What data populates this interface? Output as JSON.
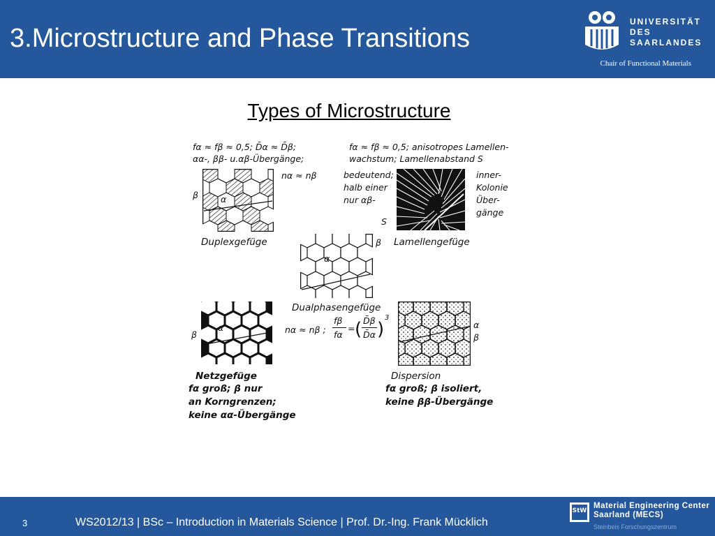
{
  "header": {
    "title": "3.Microstructure and Phase Transitions",
    "university_lines": [
      "UNIVERSITÄT",
      "DES",
      "SAARLANDES"
    ],
    "chair": "Chair of Functional Materials"
  },
  "content": {
    "subtitle": "Types of Microstructure",
    "figure": {
      "duplex": {
        "cond1": "fα ≈ fβ ≈ 0,5; D̄α ≈ D̄β;",
        "cond2": "αα-, ββ- u.αβ-Übergänge;",
        "ratio": "nα ≈ nβ",
        "label_beta": "β",
        "label_alpha": "α",
        "name": "Duplexgefüge"
      },
      "lamellar": {
        "cond1": "fα ≈ fβ ≈ 0,5; anisotropes Lamellen-",
        "cond2": "wachstum; Lamellenabstand S",
        "left_notes": [
          "bedeutend;",
          "halb einer",
          "nur αβ-"
        ],
        "right_notes": [
          "inner-",
          "Kolonie",
          "Über-",
          "gänge"
        ],
        "label_s": "S",
        "name": "Lamellengefüge"
      },
      "dualphase": {
        "label_alpha": "α",
        "label_beta": "β",
        "name": "Dualphasengefüge",
        "ratio": "nα ≈ nβ ;",
        "formula_left_num": "fβ",
        "formula_left_den": "fα",
        "formula_right_num": "D̄β",
        "formula_right_den": "D̄α",
        "formula_exp": "3"
      },
      "network": {
        "label_alpha": "α",
        "label_beta": "β",
        "name": "Netzgefüge",
        "lines": [
          "fα groß; β nur",
          "an Korngrenzen;",
          "keine αα-Übergänge"
        ]
      },
      "dispersion": {
        "label_alpha": "α",
        "label_beta": "β",
        "name": "Dispersion",
        "lines": [
          "fα groß; β isoliert,",
          "keine ββ-Übergänge"
        ]
      }
    }
  },
  "footer": {
    "page": "3",
    "text": "WS2012/13 | BSc – Introduction in Materials Science | Prof. Dr.-Ing. Frank Mücklich",
    "mecs_lines": [
      "Material Engineering Center",
      "Saarland (MECS)"
    ],
    "mecs_sub": "Steinbeis Forschungszentrum",
    "mecs_logo_text": "StW"
  },
  "colors": {
    "brand_blue": "#24579b",
    "text": "#000000"
  },
  "icons": {
    "university": "owl-logo-icon",
    "mecs": "steinbeis-logo-icon"
  }
}
